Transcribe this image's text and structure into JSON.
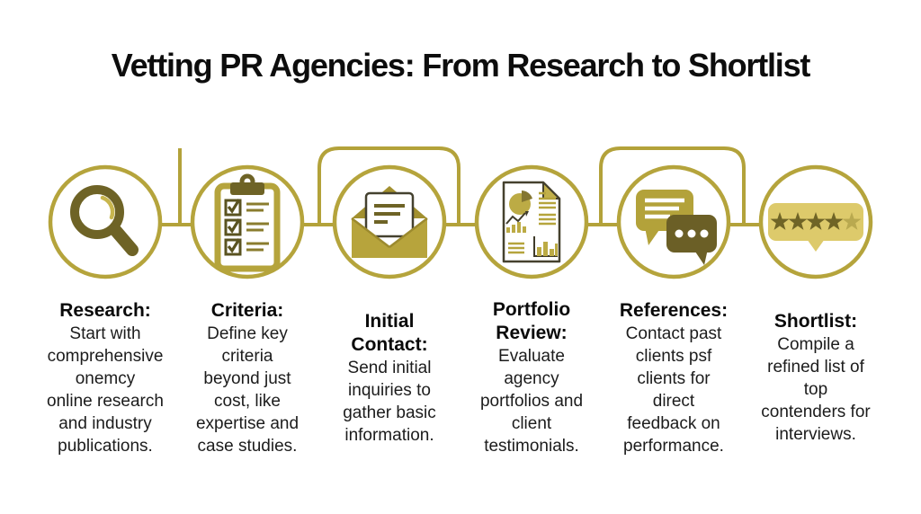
{
  "title": "Vetting PR Agencies: From Research to Shortlist",
  "colors": {
    "gold_line": "#b3a23a",
    "dark_olive": "#6e6326",
    "mid_gold": "#b7a43c",
    "light_gold": "#ddca6b",
    "star_dark": "#6f6426",
    "star_faded": "#b9a94f",
    "ink": "#111111",
    "background": "#ffffff"
  },
  "steps": [
    {
      "icon": "magnifier-icon",
      "heading": [
        "Research:"
      ],
      "body": [
        "Start with",
        "comprehensive",
        "onemcy",
        "online research",
        "and industry",
        "publications."
      ]
    },
    {
      "icon": "clipboard-checklist-icon",
      "heading": [
        "Criteria:"
      ],
      "body": [
        "Define key",
        "criteria",
        "beyond just",
        "cost, like",
        "expertise and",
        "case studies."
      ]
    },
    {
      "icon": "envelope-icon",
      "heading": [
        "Initial",
        "Contact:"
      ],
      "body": [
        "Send initial",
        "inquiries to",
        "gather basic",
        "information."
      ]
    },
    {
      "icon": "report-document-icon",
      "heading": [
        "Portfolio",
        "Review:"
      ],
      "body": [
        "Evaluate",
        "agency",
        "portfolios and",
        "client",
        "testimonials."
      ]
    },
    {
      "icon": "chat-bubbles-icon",
      "heading": [
        "References:"
      ],
      "body": [
        "Contact past",
        "clients psf",
        "clients for",
        "direct",
        "feedback on",
        "performance."
      ]
    },
    {
      "icon": "star-rating-icon",
      "heading": [
        "Shortlist:"
      ],
      "body": [
        "Compile a",
        "refined list of",
        "top",
        "contenders for",
        "interviews."
      ]
    }
  ]
}
